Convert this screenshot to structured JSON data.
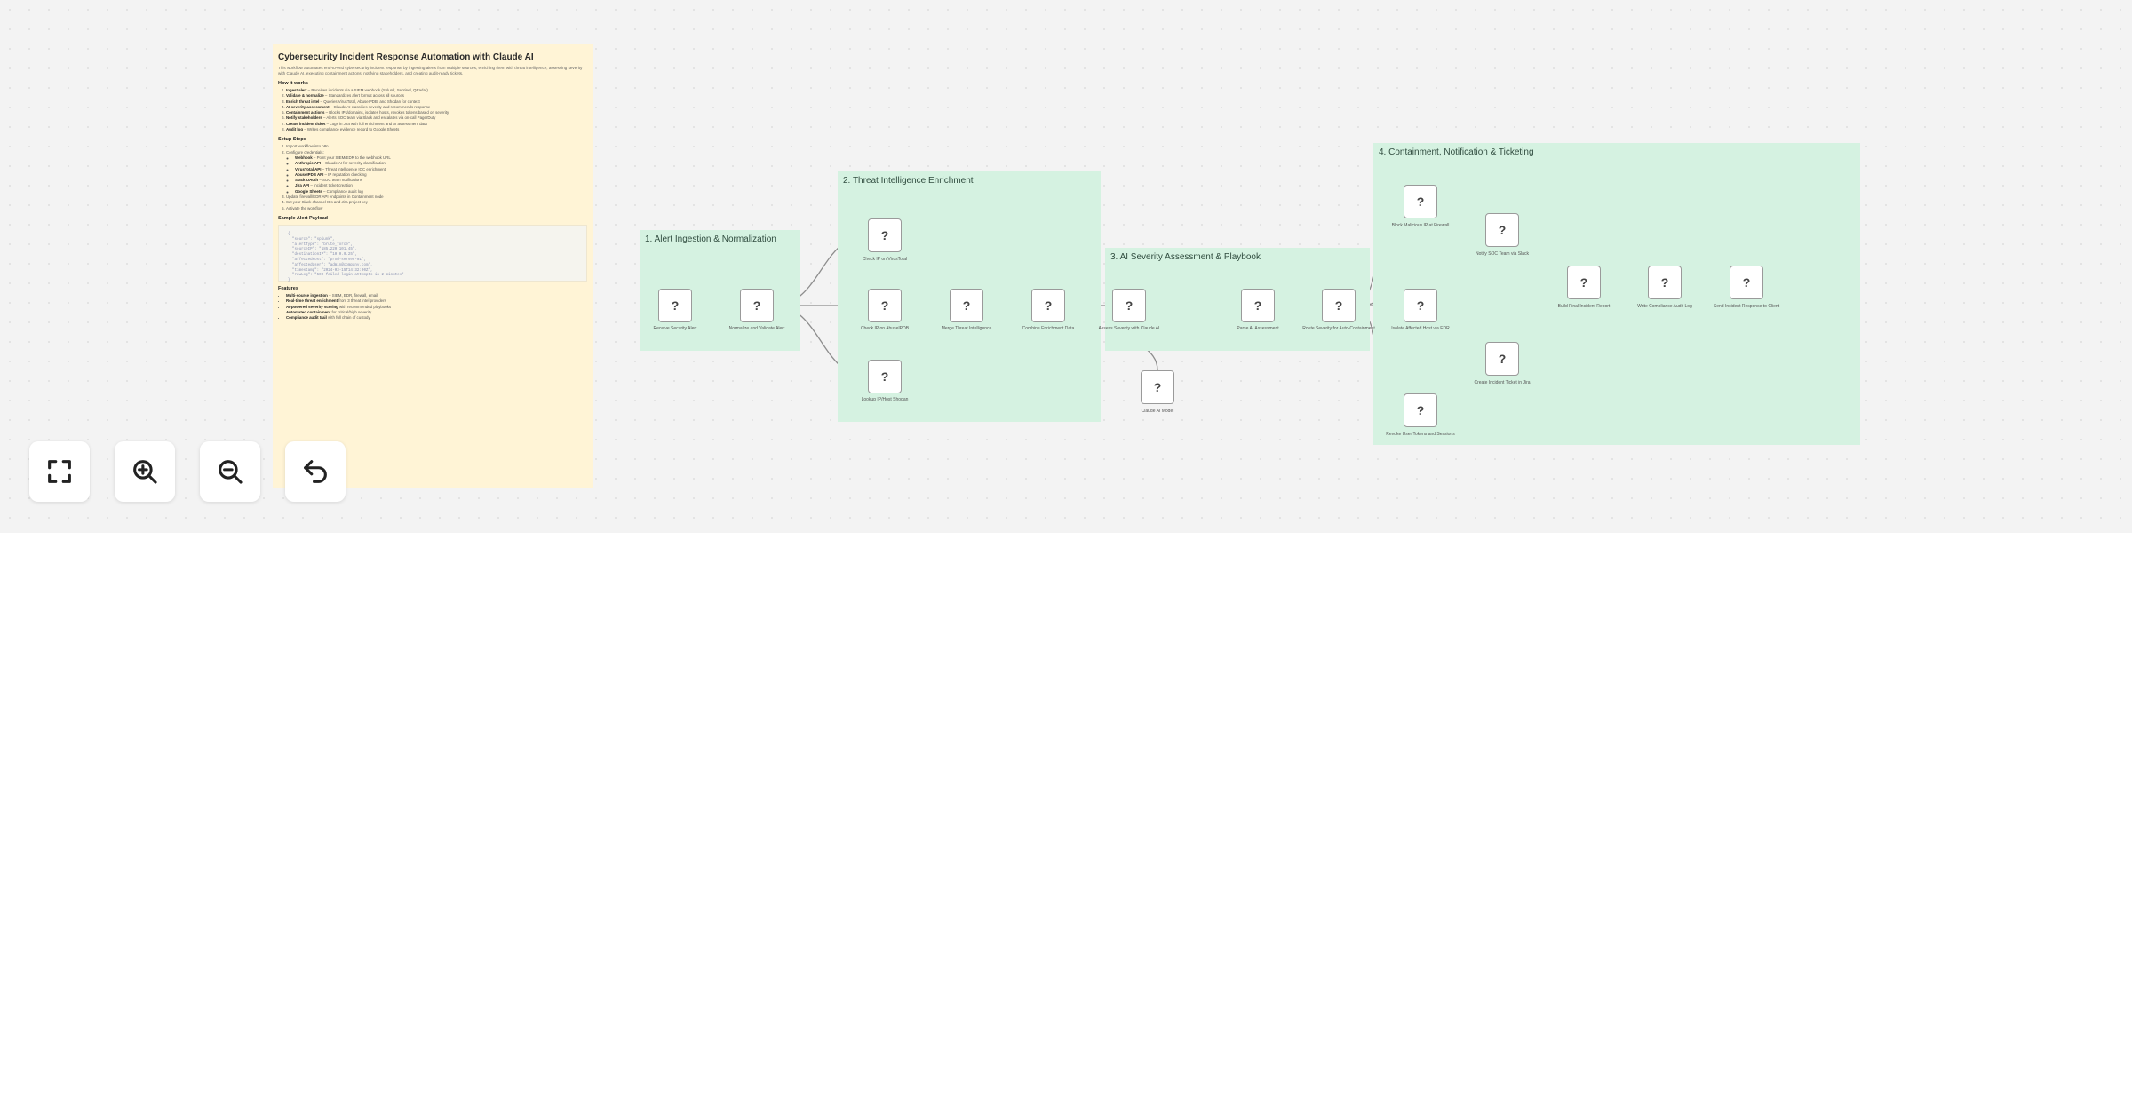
{
  "sticky": {
    "title": "Cybersecurity Incident Response Automation with Claude AI",
    "description": "This workflow automates end-to-end cybersecurity incident response by ingesting alerts from multiple sources, enriching them with threat intelligence, assessing severity with Claude AI, executing containment actions, notifying stakeholders, and creating audit-ready tickets.",
    "how_heading": "How it works",
    "how_items": [
      {
        "bold": "Ingest alert",
        "text": " – Receives incidents via a SIEM webhook (Splunk, Sentinel, QRadar)"
      },
      {
        "bold": "Validate & normalize",
        "text": " – Standardizes alert format across all sources"
      },
      {
        "bold": "Enrich threat intel",
        "text": " – Queries VirusTotal, AbuseIPDB, and Shodan for context"
      },
      {
        "bold": "AI severity assessment",
        "text": " – Claude AI classifies severity and recommends response"
      },
      {
        "bold": "Containment actions",
        "text": " – Blocks IPs/domains, isolates hosts, revokes tokens based on severity"
      },
      {
        "bold": "Notify stakeholders",
        "text": " – Alerts SOC team via Slack and escalates via on-call PagerDuty"
      },
      {
        "bold": "Create incident ticket",
        "text": " – Logs in Jira with full enrichment and AI assessment data"
      },
      {
        "bold": "Audit log",
        "text": " – Writes compliance evidence record to Google Sheets"
      }
    ],
    "setup_heading": "Setup Steps",
    "setup_items": [
      {
        "bold": "",
        "text": "Import workflow into n8n"
      },
      {
        "bold": "",
        "text": "Configure credentials:"
      }
    ],
    "cred_items": [
      {
        "bold": "Webhook",
        "text": " – Point your SIEM/EDR to the webhook URL"
      },
      {
        "bold": "Anthropic API",
        "text": " – Claude AI for severity classification"
      },
      {
        "bold": "VirusTotal API",
        "text": " – Threat intelligence IOC enrichment"
      },
      {
        "bold": "AbuseIPDB API",
        "text": " – IP reputation checking"
      },
      {
        "bold": "Slack OAuth",
        "text": " – SOC team notifications"
      },
      {
        "bold": "Jira API",
        "text": " – Incident ticket creation"
      },
      {
        "bold": "Google Sheets",
        "text": " – Compliance audit log"
      }
    ],
    "setup_items_2": [
      {
        "bold": "",
        "text": "Update firewall/EDR API endpoints in Containment node"
      },
      {
        "bold": "",
        "text": "Set your Slack channel IDs and Jira project key"
      },
      {
        "bold": "",
        "text": "Activate the workflow"
      }
    ],
    "sample_heading": "Sample Alert Payload",
    "code": "{\n  \"source\": \"splunk\",\n  \"alertType\": \"brute_force\",\n  \"sourceIP\": \"185.220.101.45\",\n  \"destinationIP\": \"10.0.0.25\",\n  \"affectedHost\": \"prod-server-01\",\n  \"affectedUser\": \"admin@company.com\",\n  \"timestamp\": \"2024-03-15T14:32:00Z\",\n  \"rawLog\": \"500 failed login attempts in 2 minutes\"\n}",
    "features_heading": "Features",
    "features": [
      {
        "bold": "Multi-source ingestion",
        "text": " – SIEM, EDR, firewall, email"
      },
      {
        "bold": "Real-time threat enrichment",
        "text": " from 3 threat intel providers"
      },
      {
        "bold": "AI-powered severity scoring",
        "text": " with recommended playbooks"
      },
      {
        "bold": "Automated containment",
        "text": " for critical/high severity"
      },
      {
        "bold": "Compliance audit trail",
        "text": " with full chain of custody"
      }
    ]
  },
  "groups": [
    {
      "title": "1. Alert Ingestion & Normalization"
    },
    {
      "title": "2. Threat Intelligence Enrichment"
    },
    {
      "title": "3. AI Severity Assessment & Playbook"
    },
    {
      "title": "4. Containment, Notification & Ticketing"
    }
  ],
  "node_glyph": "?",
  "nodes": [
    {
      "id": "n1",
      "label": "Receive Security Alert"
    },
    {
      "id": "n2",
      "label": "Normalize and Validate Alert"
    },
    {
      "id": "n3",
      "label": "Check IP on VirusTotal"
    },
    {
      "id": "n4",
      "label": "Check IP on AbuseIPDB"
    },
    {
      "id": "n5",
      "label": "Lookup IP/Host Shodan"
    },
    {
      "id": "n6",
      "label": "Merge Threat Intelligence"
    },
    {
      "id": "n7",
      "label": "Combine Enrichment Data"
    },
    {
      "id": "n8",
      "label": "Assess Severity with Claude AI"
    },
    {
      "id": "n9",
      "label": "Claude AI Model"
    },
    {
      "id": "n10",
      "label": "Parse AI Assessment"
    },
    {
      "id": "n11",
      "label": "Route Severity for Auto-Containment"
    },
    {
      "id": "n12",
      "label": "Block Malicious IP at Firewall"
    },
    {
      "id": "n13",
      "label": "Notify SOC Team via Slack"
    },
    {
      "id": "n14",
      "label": "Isolate Affected Host via EDR"
    },
    {
      "id": "n15",
      "label": "Revoke User Tokens and Sessions"
    },
    {
      "id": "n16",
      "label": "Create Incident Ticket in Jira"
    },
    {
      "id": "n17",
      "label": "Build Final Incident Report"
    },
    {
      "id": "n18",
      "label": "Write Compliance Audit Log"
    },
    {
      "id": "n19",
      "label": "Send Incident Response to Client"
    }
  ],
  "controls": {
    "fit_view": "fullscreen-icon",
    "zoom_in": "zoom-in-icon",
    "zoom_out": "zoom-out-icon",
    "undo": "undo-icon"
  }
}
